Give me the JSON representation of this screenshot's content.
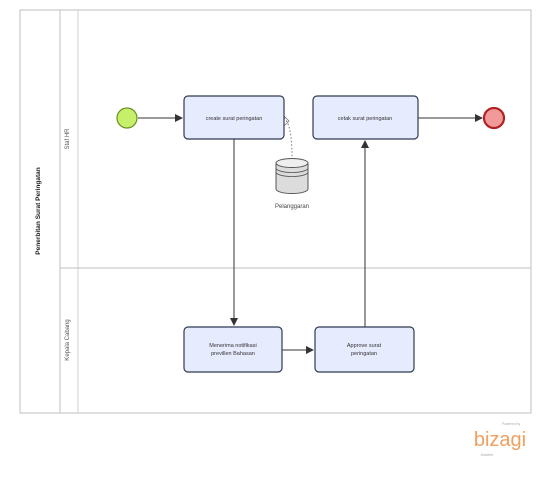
{
  "pool": {
    "title": "Penerbitan Surat Peringatan"
  },
  "lanes": [
    {
      "id": "staff",
      "label": "Staf HR"
    },
    {
      "id": "kepala",
      "label": "Kepala Cabang"
    }
  ],
  "tasks": {
    "create": {
      "lines": [
        "create surat peringatan"
      ]
    },
    "cetak": {
      "lines": [
        "cetak surat peringatan"
      ]
    },
    "menerima": {
      "lines": [
        "Menerima notifikasi",
        "previllen Bahasan"
      ]
    },
    "approve": {
      "lines": [
        "Approve surat",
        "peringatan"
      ]
    }
  },
  "datastore": {
    "label": "Pelanggaran"
  },
  "brand": {
    "name": "bizagi",
    "tagline": "Powered by",
    "sub": "Modeler"
  },
  "colors": {
    "task_fill": "#e6ebfd",
    "task_stroke": "#2f3b52",
    "start_fill": "#c7f06a",
    "start_stroke": "#6b8e23",
    "end_fill": "#f29a9a",
    "end_stroke": "#b22222",
    "brand": "#f0a060"
  }
}
